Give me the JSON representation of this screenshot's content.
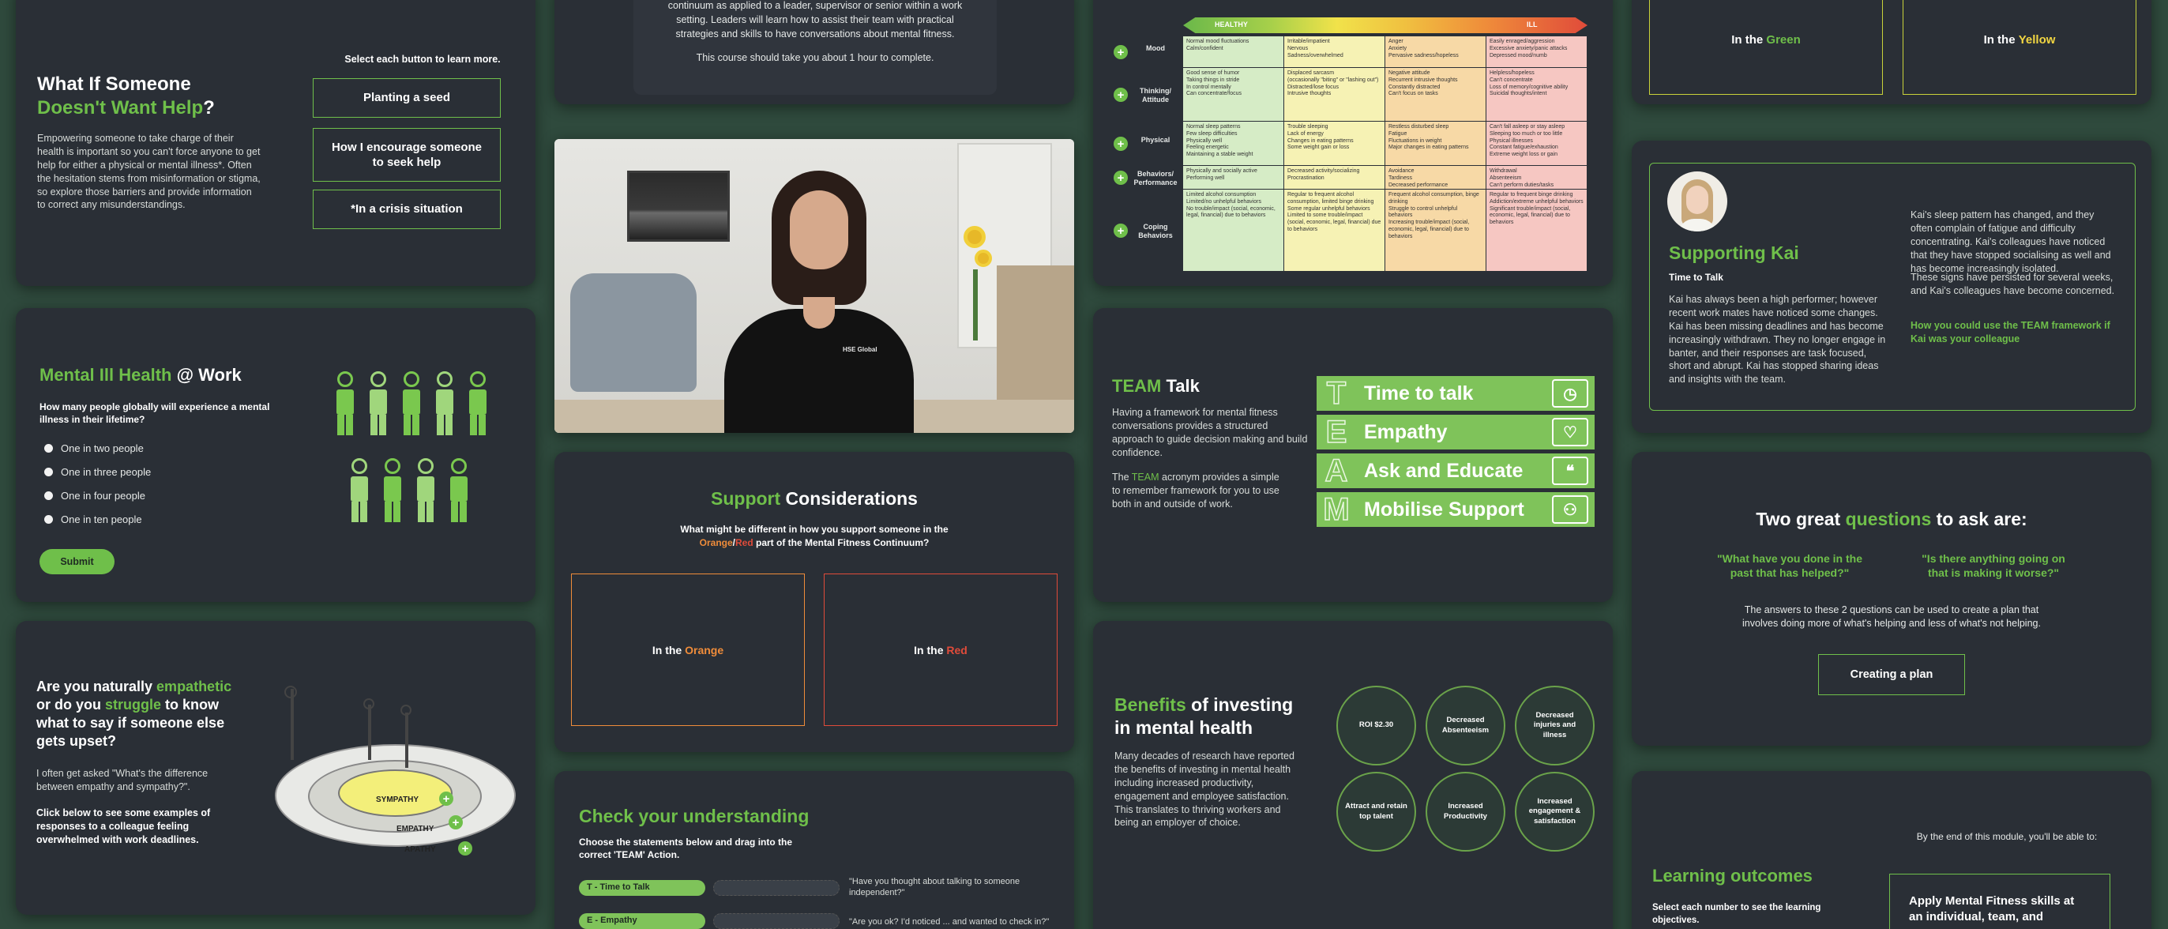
{
  "colors": {
    "accent": "#6fbf4a",
    "background": "#2f4a3d",
    "card": "#2a2f36",
    "yellow": "#f2d642",
    "orange": "#ef8c3a",
    "red": "#e04b3a"
  },
  "card_what_if": {
    "title_line1": "What If Someone",
    "title_line2": "Doesn't Want Help",
    "title_suffix": "?",
    "body": "Empowering someone to take charge of their health is important so you can't force anyone to get help for either a physical or mental illness*. Often the hesitation stems from misinformation or stigma, so explore those barriers and provide information to correct any misunderstandings.",
    "instruction": "Select each button to learn more.",
    "buttons": [
      "Planting a seed",
      "How I encourage someone to seek help",
      "*In a crisis situation"
    ]
  },
  "card_intro": {
    "text_line1": "continuum as applied to a leader, supervisor or senior within a work",
    "text_line2": "setting. Leaders will learn how to assist their team with practical",
    "text_line3": "strategies and skills to have conversations about mental fitness.",
    "duration": "This course should take you about 1 hour to complete."
  },
  "card_matrix": {
    "headers": [
      "HEALTHY",
      "",
      "",
      "ILL"
    ],
    "rows": [
      {
        "label": "Mood",
        "cells": [
          "Normal mood fluctuations\nCalm/confident",
          "Irritable/impatient\nNervous\nSadness/overwhelmed",
          "Anger\nAnxiety\nPervasive sadness/hopeless",
          "Easily enraged/aggression\nExcessive anxiety/panic attacks\nDepressed mood/numb"
        ]
      },
      {
        "label": "Thinking/\nAttitude",
        "cells": [
          "Good sense of humor\nTaking things in stride\nIn control mentally\nCan concentrate/focus",
          "Displaced sarcasm\n(occasionally \"biting\" or \"lashing out\")\nDistracted/lose focus\nIntrusive thoughts",
          "Negative attitude\nRecurrent intrusive thoughts\nConstantly distracted\nCan't focus on tasks",
          "Helpless/hopeless\nCan't concentrate\nLoss of memory/cognitive ability\nSuicidal thoughts/intent"
        ]
      },
      {
        "label": "Physical",
        "cells": [
          "Normal sleep patterns\nFew sleep difficulties\nPhysically well\nFeeling energetic\nMaintaining a stable weight",
          "Trouble sleeping\nLack of energy\nChanges in eating patterns\nSome weight gain or loss",
          "Restless disturbed sleep\nFatigue\nFluctuations in weight\nMajor changes in eating patterns",
          "Can't fall asleep or stay asleep\nSleeping too much or too little\nPhysical illnesses\nConstant fatigue/exhaustion\nExtreme weight loss or gain"
        ]
      },
      {
        "label": "Behaviors/\nPerformance",
        "cells": [
          "Physically and socially active\nPerforming well",
          "Decreased activity/socializing\nProcrastination",
          "Avoidance\nTardiness\nDecreased performance",
          "Withdrawal\nAbsenteeism\nCan't perform duties/tasks"
        ]
      },
      {
        "label": "Coping\nBehaviors",
        "cells": [
          "Limited alcohol consumption\nLimited/no unhelpful behaviors\nNo trouble/impact (social, economic, legal, financial) due to behaviors",
          "Regular to frequent alcohol consumption, limited binge drinking\nSome regular unhelpful behaviors\nLimited to some trouble/impact (social, economic, legal, financial) due to behaviors",
          "Frequent alcohol consumption, binge drinking\nStruggle to control unhelpful behaviors\nIncreasing trouble/impact (social, economic, legal, financial) due to behaviors",
          "Regular to frequent binge drinking\nAddiction/extreme unhelpful behaviors\nSignificant trouble/impact (social, economic, legal, financial) due to behaviors"
        ]
      }
    ]
  },
  "card_yellow_green": {
    "green_prefix": "In the ",
    "green": "Green",
    "yellow_prefix": "In the ",
    "yellow": "Yellow"
  },
  "card_mental_ill": {
    "title_green": "Mental Ill Health",
    "title_rest": " @ Work",
    "question": "How many people globally will experience a mental illness in their lifetime?",
    "options": [
      "One in two people",
      "One in three people",
      "One in four people",
      "One in ten people"
    ],
    "submit": "Submit"
  },
  "video": {
    "badge": "HSE Global"
  },
  "card_team": {
    "title_green": "TEAM",
    "title_rest": " Talk",
    "para1": "Having a framework for mental fitness conversations provides a structured approach to guide decision making and build confidence.",
    "para2_prefix": "The ",
    "para2_green": "TEAM",
    "para2_rest": " acronym provides a simple to remember framework for you to use both in and outside of work.",
    "rows": [
      {
        "letter": "T",
        "label": "Time to talk",
        "icon": "clock-icon",
        "glyph": "◷"
      },
      {
        "letter": "E",
        "label": "Empathy",
        "icon": "heart-hand-icon",
        "glyph": "♡"
      },
      {
        "letter": "A",
        "label": "Ask and Educate",
        "icon": "chat-icon",
        "glyph": "❝"
      },
      {
        "letter": "M",
        "label": "Mobilise Support",
        "icon": "people-icon",
        "glyph": "⚇"
      }
    ]
  },
  "card_kai": {
    "title": "Supporting Kai",
    "subtitle": "Time to Talk",
    "para_left": "Kai has always been a high performer; however recent work mates have noticed some changes. Kai has been missing deadlines and has become increasingly withdrawn. They no longer engage in banter, and their responses are task focused, short and abrupt. Kai has stopped sharing ideas and insights with the team.",
    "para_right1": "Kai's sleep pattern has changed, and they often complain of fatigue and difficulty concentrating. Kai's colleagues have noticed that they have stopped socialising as well and has become increasingly isolated.",
    "para_right2": "These signs have persisted for several weeks, and Kai's colleagues have become concerned.",
    "cta": "How you could use the TEAM framework if Kai was your colleague"
  },
  "card_support": {
    "title_green": "Support",
    "title_rest": " Considerations",
    "question_line1": "What might be different in how you support someone in the",
    "q_orange": "Orange",
    "q_slash": "/",
    "q_red": "Red",
    "q_rest": " part of the Mental Fitness Continuum?",
    "box_left_prefix": "In the ",
    "box_left": "Orange",
    "box_right_prefix": "In the ",
    "box_right": "Red"
  },
  "card_questions": {
    "title_pre": "Two great ",
    "title_green": "questions",
    "title_post": " to ask are:",
    "q1": "\"What have you done in the past that has helped?\"",
    "q2": "\"Is there anything going on that is making it worse?\"",
    "note": "The answers to these 2 questions can be used to create a plan that involves doing more of what's helping and less of what's not helping.",
    "button": "Creating a plan"
  },
  "card_empathy": {
    "t1": "Are you naturally ",
    "t1g": "empathetic",
    "t2": "or do you ",
    "t2g": "struggle",
    "t2r": " to know",
    "t3": "what to say if someone else",
    "t4": "gets upset?",
    "para1": "I often get asked \"What's the difference between empathy and sympathy?\".",
    "para2": "Click below to see some examples of responses to a colleague feeling overwhelmed with work deadlines.",
    "ring_labels": [
      "SYMPATHY",
      "EMPATHY",
      "APATHY"
    ]
  },
  "card_check": {
    "title": "Check your understanding",
    "instruction": "Choose the statements below and drag into the correct 'TEAM' Action.",
    "labels": [
      "T - Time to Talk",
      "E - Empathy"
    ],
    "quotes": [
      "\"Have you thought about talking to someone independent?\"",
      "\"Are you ok? I'd noticed ... and wanted to check in?\""
    ]
  },
  "card_benefits": {
    "title_green": "Benefits",
    "title_rest1": " of investing",
    "title_rest2": "in mental health",
    "body": "Many decades of research have reported the benefits of investing in mental health including increased productivity, engagement and employee satisfaction. This translates to thriving workers and being an employer of choice.",
    "circles": [
      "ROI $2.30",
      "Decreased Absenteeism",
      "Decreased injuries and illness",
      "Attract and retain top talent",
      "Increased Productivity",
      "Increased engagement & satisfaction"
    ]
  },
  "card_outcomes": {
    "lead": "By the end of this module, you'll be able to:",
    "title": "Learning outcomes",
    "instruction": "Select each number to see the learning objectives.",
    "box_text": "Apply Mental Fitness skills at an individual, team, and"
  }
}
